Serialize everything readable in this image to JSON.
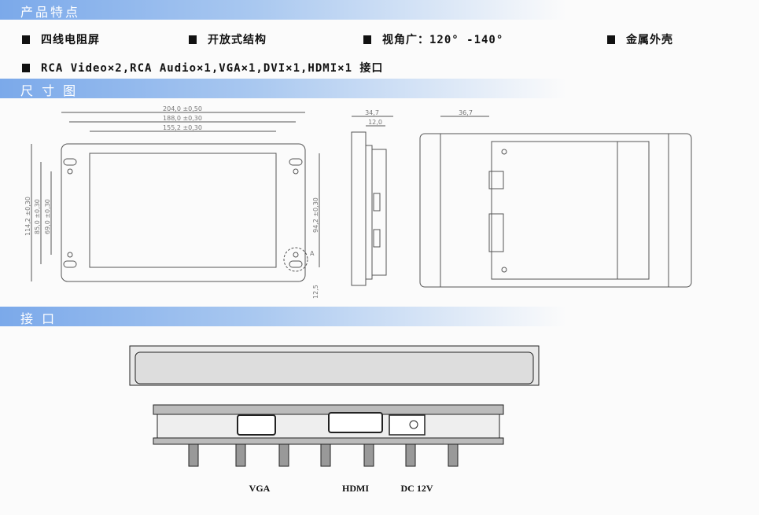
{
  "sections": {
    "features": "产品特点",
    "dimensions": "尺 寸 图",
    "interfaces": "接 口"
  },
  "features": [
    "四线电阻屏",
    "开放式结构",
    "视角广：120° -140°",
    "金属外壳",
    "RCA Video×2,RCA Audio×1,VGA×1,DVI×1,HDMI×1 接口"
  ],
  "front_dims": {
    "w1": "204,0 ±0,50",
    "w2": "188,0 ±0,30",
    "w3": "155,2 ±0,30",
    "h1": "114,2 ±0,30",
    "h2": "85,0 ±0,30",
    "h3": "69,0 ±0,30",
    "h4": "94,2 ±0,30",
    "h5": "12,5",
    "detail": "A"
  },
  "side_dims": {
    "d1": "34,7",
    "d2": "12,0"
  },
  "back_dims": {
    "d1": "36,7"
  },
  "ports": {
    "vga": "VGA",
    "hdmi": "HDMI",
    "dc": "DC 12V"
  }
}
